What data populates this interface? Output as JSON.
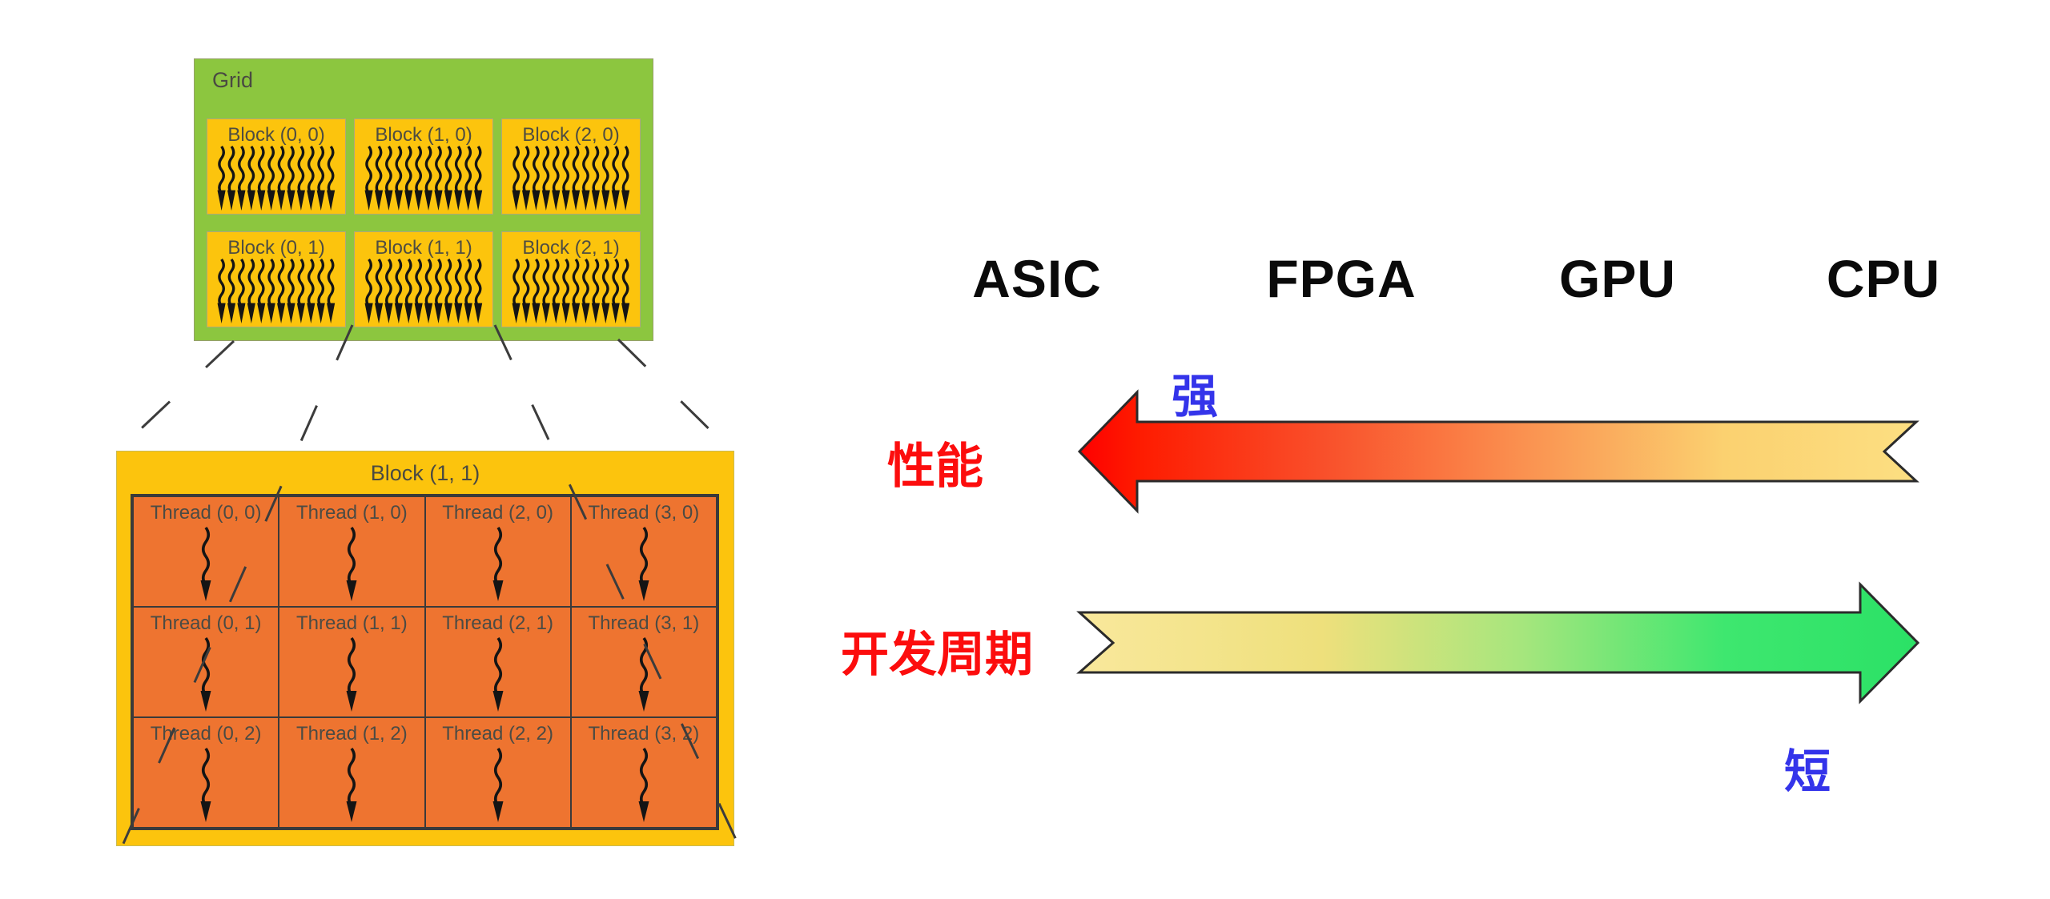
{
  "left_diagram": {
    "grid": {
      "title": "Grid",
      "blocks": [
        "Block (0, 0)",
        "Block (1, 0)",
        "Block (2, 0)",
        "Block (0, 1)",
        "Block (1, 1)",
        "Block (2, 1)"
      ]
    },
    "detail": {
      "title": "Block (1, 1)",
      "threads": [
        "Thread (0, 0)",
        "Thread (1, 0)",
        "Thread (2, 0)",
        "Thread (3, 0)",
        "Thread (0, 1)",
        "Thread (1, 1)",
        "Thread (2, 1)",
        "Thread (3, 1)",
        "Thread (0, 2)",
        "Thread (1, 2)",
        "Thread (2, 2)",
        "Thread (3, 2)"
      ]
    }
  },
  "right_diagram": {
    "platforms": [
      "ASIC",
      "FPGA",
      "GPU",
      "CPU"
    ],
    "performance": {
      "label": "性能",
      "annotation": "强",
      "direction": "left",
      "gradient": [
        "#FE0000",
        "#F94F2A",
        "#FA9150",
        "#FBD170",
        "#FCDF82"
      ]
    },
    "dev_cycle": {
      "label": "开发周期",
      "annotation": "短",
      "direction": "right",
      "gradient": [
        "#F9E89C",
        "#EEE07C",
        "#A5E67D",
        "#3EE76F",
        "#2BE166"
      ]
    }
  },
  "colors": {
    "grid_green": "#8CC63F",
    "block_yellow": "#FCC40D",
    "thread_orange": "#EE7430",
    "figure_text": "#4A4A42",
    "cn_red": "#FC0D0D",
    "cn_blue": "#3434EA",
    "platform_black": "#0A0A0A"
  }
}
